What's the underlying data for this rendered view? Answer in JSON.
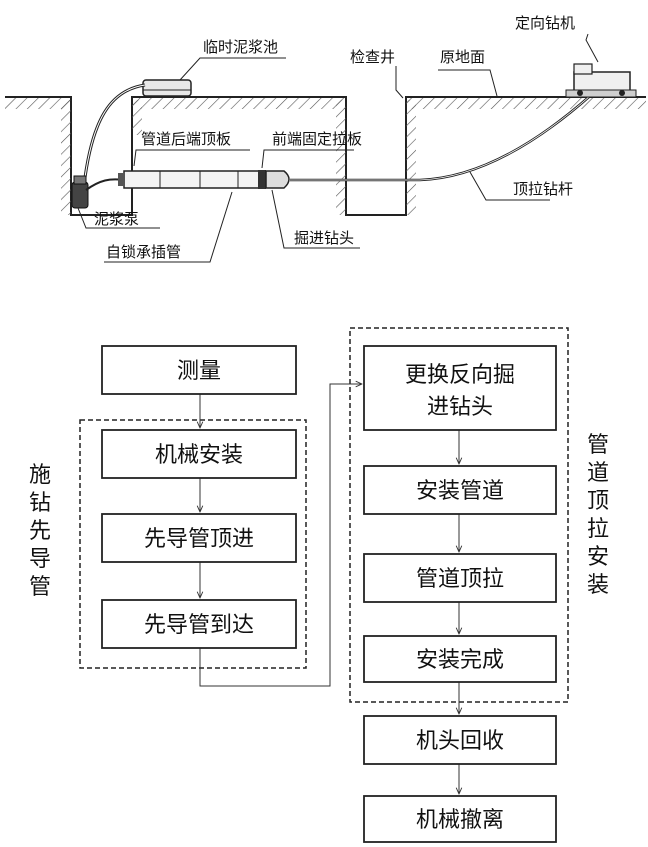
{
  "schematic": {
    "labels": {
      "mud_pool": "临时泥浆池",
      "inspection_well": "检查井",
      "original_ground": "原地面",
      "directional_drill": "定向钻机",
      "rear_plate": "管道后端顶板",
      "front_plate": "前端固定拉板",
      "pull_rod": "顶拉钻杆",
      "mud_pump": "泥浆泵",
      "boring_head": "掘进钻头",
      "self_lock_pipe": "自锁承插管"
    }
  },
  "flowchart": {
    "left_steps": [
      "测量",
      "机械安装",
      "先导管顶进",
      "先导管到达"
    ],
    "left_group_label": [
      "施",
      "钻",
      "先",
      "导",
      "管"
    ],
    "right_steps": [
      [
        "更换反向掘",
        "进钻头"
      ],
      "安装管道",
      "管道顶拉",
      "安装完成"
    ],
    "right_group_label": [
      "管",
      "道",
      "顶",
      "拉",
      "安",
      "装"
    ],
    "final_steps": [
      "机头回收",
      "机械撤离"
    ]
  }
}
